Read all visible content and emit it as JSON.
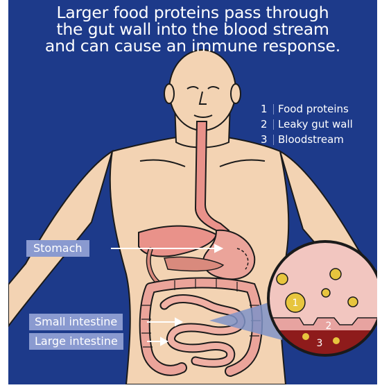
{
  "title": {
    "line1": "Larger food proteins pass through",
    "line2": "the gut wall into the blood stream",
    "line3": "and can cause an immune response."
  },
  "legend": [
    {
      "num": "1",
      "label": "Food proteins"
    },
    {
      "num": "2",
      "label": "Leaky gut wall"
    },
    {
      "num": "3",
      "label": "Bloodstream"
    }
  ],
  "labels": {
    "stomach": "Stomach",
    "small_intestine": "Small intestine",
    "large_intestine": "Large intestine"
  },
  "inset": {
    "marker_1": "1",
    "marker_2": "2",
    "marker_3": "3"
  },
  "colors": {
    "background": "#1d3a8a",
    "skin": "#f3d3b3",
    "organ": "#e9928a",
    "protein": "#e7c53e",
    "blood": "#8e1b1b"
  }
}
